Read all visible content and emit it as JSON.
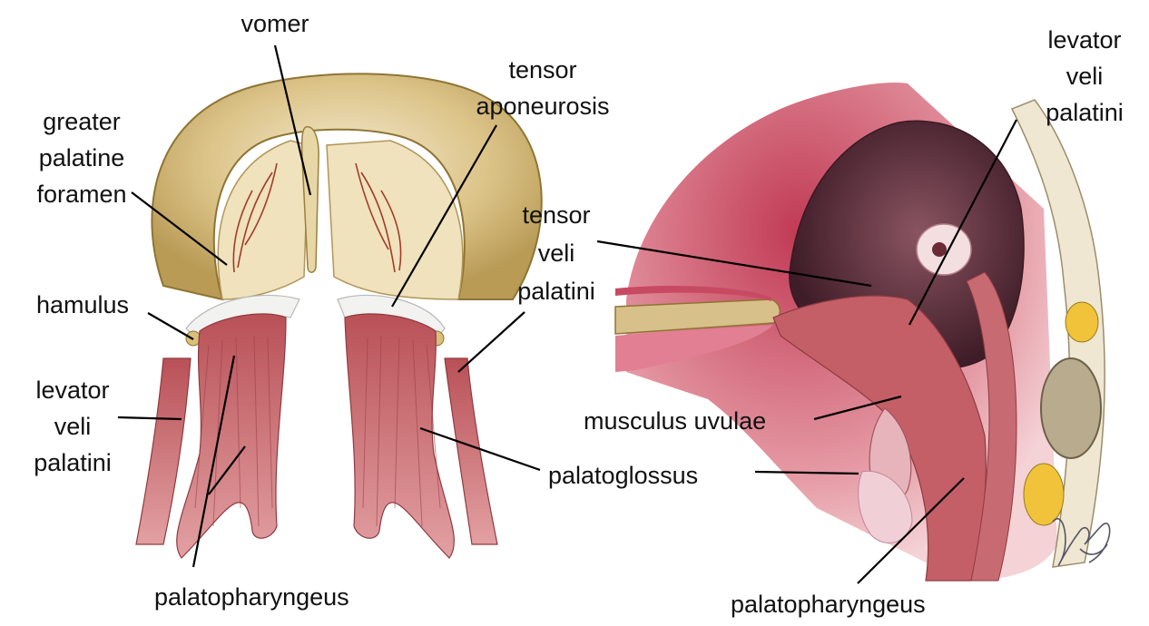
{
  "labels": {
    "vomer": "vomer",
    "greater_palatine_foramen": "greater\npalatine\nforamen",
    "tensor_aponeurosis": "tensor\naponeurosis",
    "hamulus": "hamulus",
    "levator_left": "levator\nveli\npalatini",
    "palatopharyngeus_left": "palatopharyngeus",
    "levator_right": "levator\nveli\npalatini",
    "tensor_veli_palatini": "tensor\nveli\npalatini",
    "musculus_uvulae": "musculus uvulae",
    "palatoglossus": "palatoglossus",
    "palatopharyngeus_right": "palatopharyngeus"
  },
  "signature": "SW Kim MD",
  "colors": {
    "bone": "#d8bf7e",
    "bone_light": "#f1e6c3",
    "muscle": "#c9666b",
    "muscle_dark": "#a8454c",
    "mucosa": "#d46a78",
    "cavity": "#5e2d3a"
  }
}
